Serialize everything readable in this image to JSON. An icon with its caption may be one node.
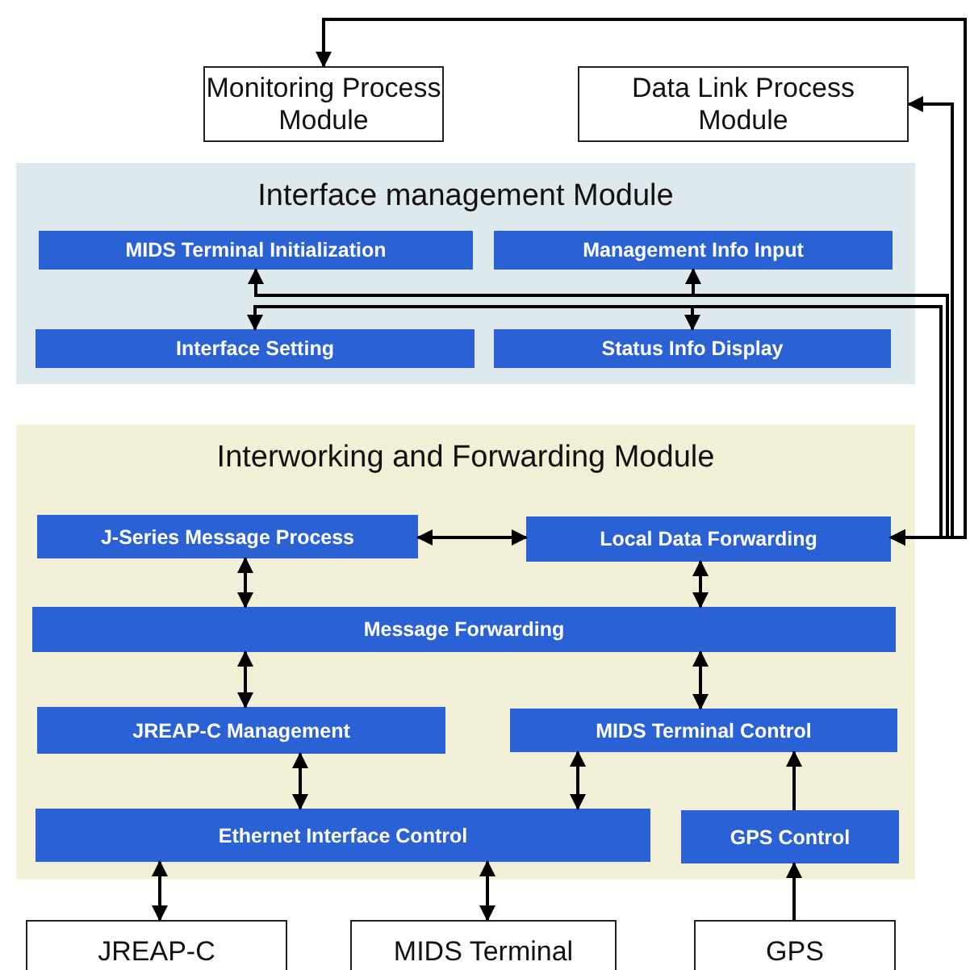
{
  "diagram": {
    "nodes": [
      {
        "text": [
          "Monitoring Process Module"
        ]
      },
      {
        "text": [
          "Data Link Process Module"
        ]
      },
      {
        "text": [
          "Interface management Module"
        ]
      },
      {
        "text": [
          "MIDS Terminal Initialization"
        ],
        "in": 2
      },
      {
        "text": [
          "Management Info Input"
        ],
        "in": 2
      },
      {
        "text": [
          "Interface Setting"
        ],
        "in": 2
      },
      {
        "text": [
          "Status Info Display"
        ],
        "in": 2
      },
      {
        "text": [
          "Interworking and Forwarding Module"
        ]
      },
      {
        "text": [
          "J-Series Message Process"
        ],
        "in": 7
      },
      {
        "text": [
          "Local Data Forwarding"
        ],
        "in": 7
      },
      {
        "text": [
          "Message Forwarding"
        ],
        "in": 7
      },
      {
        "text": [
          "JREAP-C Management"
        ],
        "in": 7
      },
      {
        "text": [
          "MIDS Terminal Control"
        ],
        "in": 7
      },
      {
        "text": [
          "Ethernet Interface Control"
        ],
        "in": 7
      },
      {
        "text": [
          "GPS Control"
        ],
        "in": 7
      },
      {
        "text": [
          "JREAP-C"
        ]
      },
      {
        "text": [
          "MIDS Terminal"
        ]
      },
      {
        "text": [
          "GPS"
        ]
      }
    ],
    "edges": [
      {
        "from": 9,
        "to": 0,
        "arrow": "both"
      },
      {
        "from": 9,
        "to": 1,
        "arrow": "both"
      },
      {
        "from": 9,
        "to": 3,
        "arrow": "both"
      },
      {
        "from": 9,
        "to": 4,
        "arrow": "both"
      },
      {
        "from": 9,
        "to": 5,
        "arrow": "both"
      },
      {
        "from": 9,
        "to": 6,
        "arrow": "both"
      },
      {
        "from": 8,
        "to": 9,
        "arrow": "both"
      },
      {
        "from": 8,
        "to": 10,
        "arrow": "both"
      },
      {
        "from": 9,
        "to": 10,
        "arrow": "both"
      },
      {
        "from": 10,
        "to": 11,
        "arrow": "both"
      },
      {
        "from": 10,
        "to": 12,
        "arrow": "both"
      },
      {
        "from": 11,
        "to": 13,
        "arrow": "both"
      },
      {
        "from": 12,
        "to": 13,
        "arrow": "both"
      },
      {
        "from": 14,
        "to": 12,
        "arrow": "to"
      },
      {
        "from": 13,
        "to": 15,
        "arrow": "both"
      },
      {
        "from": 13,
        "to": 16,
        "arrow": "both"
      },
      {
        "from": 17,
        "to": 14,
        "arrow": "to"
      }
    ]
  }
}
